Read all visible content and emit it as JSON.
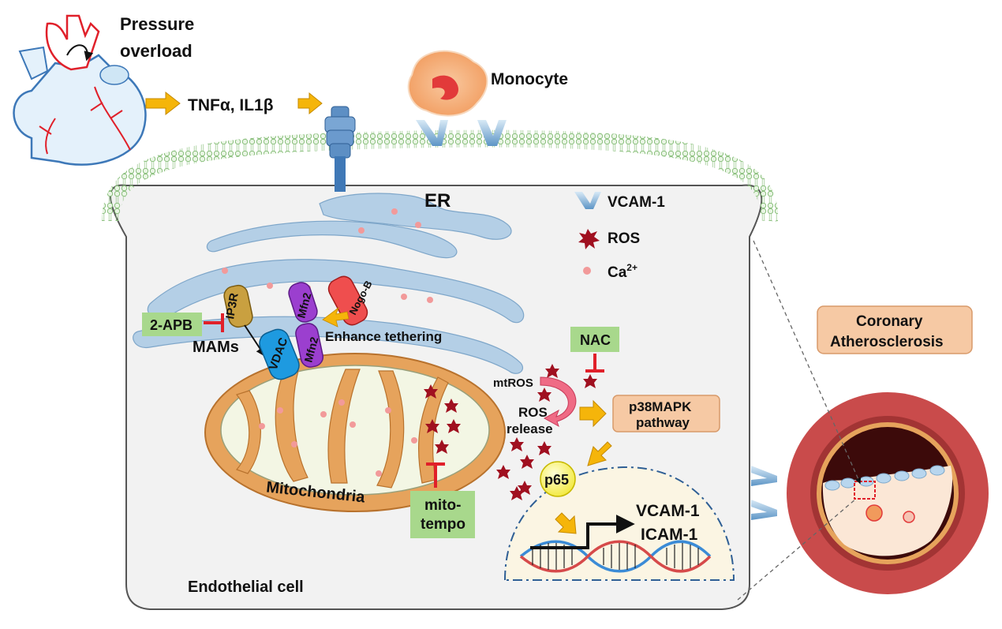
{
  "labels": {
    "pressure_line1": "Pressure",
    "pressure_line2": "overload",
    "cytokines": "TNFα, IL1β",
    "monocyte": "Monocyte",
    "er": "ER",
    "legend_vcam": "VCAM-1",
    "legend_ros": "ROS",
    "legend_ca_base": "Ca",
    "legend_ca_sup": "2+",
    "apb": "2-APB",
    "mams": "MAMs",
    "ip3r": "IP3R",
    "mfn2_a": "Mfn2",
    "mfn2_b": "Mfn2",
    "nogo": "Nogo-B",
    "vdac": "VDAC",
    "enhance": "Enhance tethering",
    "nac": "NAC",
    "mtros": "mtROS",
    "ros_release_1": "ROS",
    "ros_release_2": "release",
    "p38_1": "p38MAPK",
    "p38_2": "pathway",
    "p65": "p65",
    "vcam_gene": "VCAM-1",
    "icam_gene": "ICAM-1",
    "mito": "Mitochondria",
    "mitotempo_1": "mito-",
    "mitotempo_2": "tempo",
    "endothelial": "Endothelial  cell",
    "coronary_1": "Coronary",
    "coronary_2": "Atherosclerosis"
  },
  "colors": {
    "arrow": "#f5b50a",
    "inhibitor": "#e0202a",
    "ros": "#a01020",
    "calcium": "#f29a9a",
    "er": "#b4cfe6",
    "mito_outer": "#e6a35c",
    "inhibitor_box": "#a8d88c",
    "p38_box": "#f6c9a4",
    "vessel": "#c94b4b",
    "lumen": "#3c0a0a"
  }
}
